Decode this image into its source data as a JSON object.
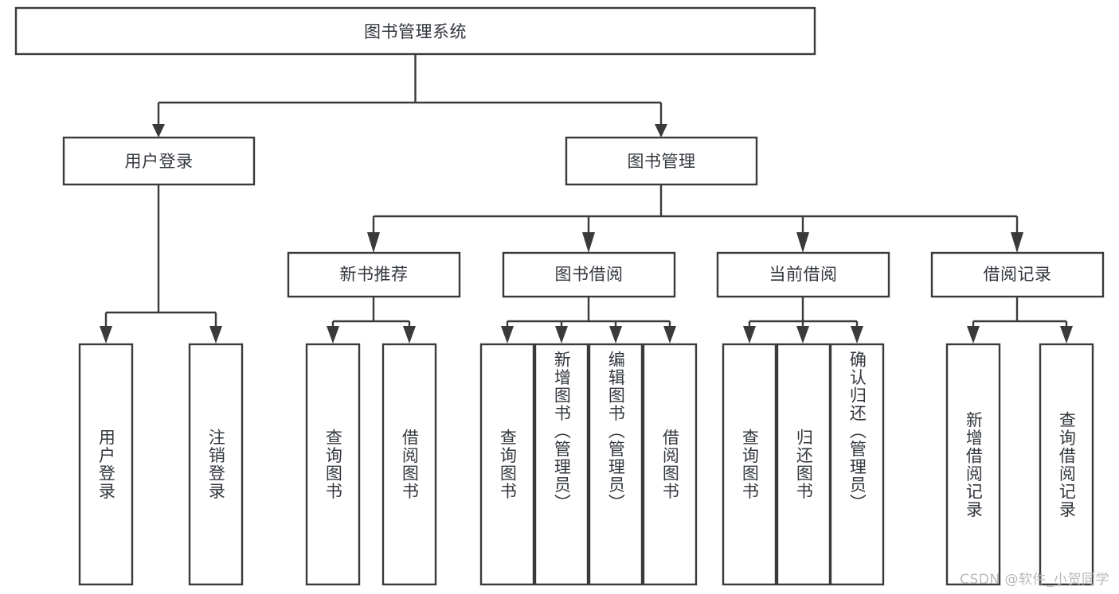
{
  "diagram": {
    "title": "图书管理系统",
    "type": "hierarchy-tree",
    "watermark": "CSDN @软件_小贺同学",
    "root": {
      "id": "root",
      "label": "图书管理系统",
      "orientation": "horizontal"
    },
    "level1": [
      {
        "id": "user-login",
        "label": "用户登录",
        "orientation": "horizontal"
      },
      {
        "id": "book-manage",
        "label": "图书管理",
        "orientation": "horizontal"
      }
    ],
    "level2": [
      {
        "id": "new-book-recommend",
        "label": "新书推荐",
        "parent": "book-manage",
        "orientation": "horizontal"
      },
      {
        "id": "book-borrow",
        "label": "图书借阅",
        "parent": "book-manage",
        "orientation": "horizontal"
      },
      {
        "id": "current-borrow",
        "label": "当前借阅",
        "parent": "book-manage",
        "orientation": "horizontal"
      },
      {
        "id": "borrow-record",
        "label": "借阅记录",
        "parent": "book-manage",
        "orientation": "horizontal"
      }
    ],
    "leaves": [
      {
        "id": "leaf-user-login",
        "label": "用户登录",
        "parent": "user-login",
        "orientation": "vertical"
      },
      {
        "id": "leaf-logout-login",
        "label": "注销登录",
        "parent": "user-login",
        "orientation": "vertical"
      },
      {
        "id": "leaf-query-book-1",
        "label": "查询图书",
        "parent": "new-book-recommend",
        "orientation": "vertical"
      },
      {
        "id": "leaf-borrow-book-1",
        "label": "借阅图书",
        "parent": "new-book-recommend",
        "orientation": "vertical"
      },
      {
        "id": "leaf-query-book-2",
        "label": "查询图书",
        "parent": "book-borrow",
        "orientation": "vertical"
      },
      {
        "id": "leaf-add-book",
        "label": "新增图书（管理员）",
        "parent": "book-borrow",
        "orientation": "vertical"
      },
      {
        "id": "leaf-edit-book",
        "label": "编辑图书（管理员）",
        "parent": "book-borrow",
        "orientation": "vertical"
      },
      {
        "id": "leaf-borrow-book-2",
        "label": "借阅图书",
        "parent": "book-borrow",
        "orientation": "vertical"
      },
      {
        "id": "leaf-query-book-3",
        "label": "查询图书",
        "parent": "current-borrow",
        "orientation": "vertical"
      },
      {
        "id": "leaf-return-book",
        "label": "归还图书",
        "parent": "current-borrow",
        "orientation": "vertical"
      },
      {
        "id": "leaf-confirm-return",
        "label": "确认归还（管理员）",
        "parent": "current-borrow",
        "orientation": "vertical"
      },
      {
        "id": "leaf-add-record",
        "label": "新增借阅记录",
        "parent": "borrow-record",
        "orientation": "vertical"
      },
      {
        "id": "leaf-query-record",
        "label": "查询借阅记录",
        "parent": "borrow-record",
        "orientation": "vertical"
      }
    ],
    "colors": {
      "stroke": "#3a3a3a",
      "fill": "#ffffff",
      "text": "#33373d",
      "watermark": "#b9b9b9",
      "background": "#ffffff"
    }
  }
}
